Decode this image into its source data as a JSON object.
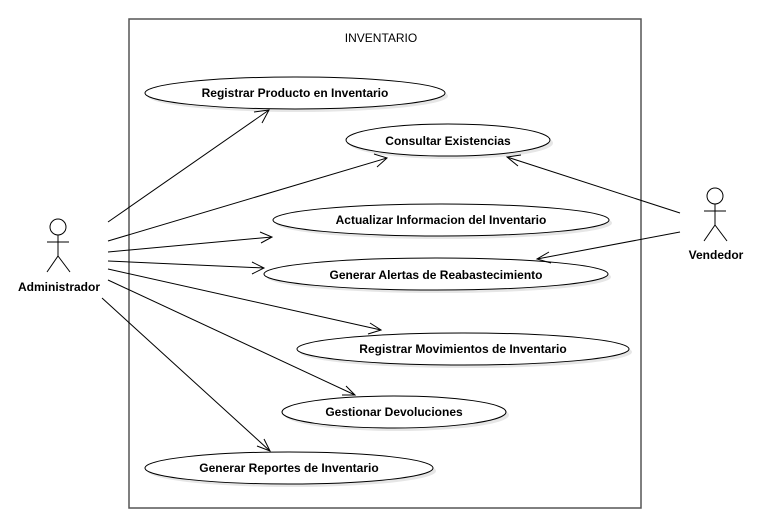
{
  "system": {
    "title": "INVENTARIO"
  },
  "actors": {
    "admin": {
      "name": "Administrador"
    },
    "seller": {
      "name": "Vendedor"
    }
  },
  "use_cases": [
    {
      "label": "Registrar Producto en Inventario"
    },
    {
      "label": "Consultar Existencias"
    },
    {
      "label": "Actualizar Informacion del Inventario"
    },
    {
      "label": "Generar Alertas de Reabastecimiento"
    },
    {
      "label": "Registrar Movimientos de Inventario"
    },
    {
      "label": "Gestionar Devoluciones"
    },
    {
      "label": "Generar Reportes de Inventario"
    }
  ]
}
